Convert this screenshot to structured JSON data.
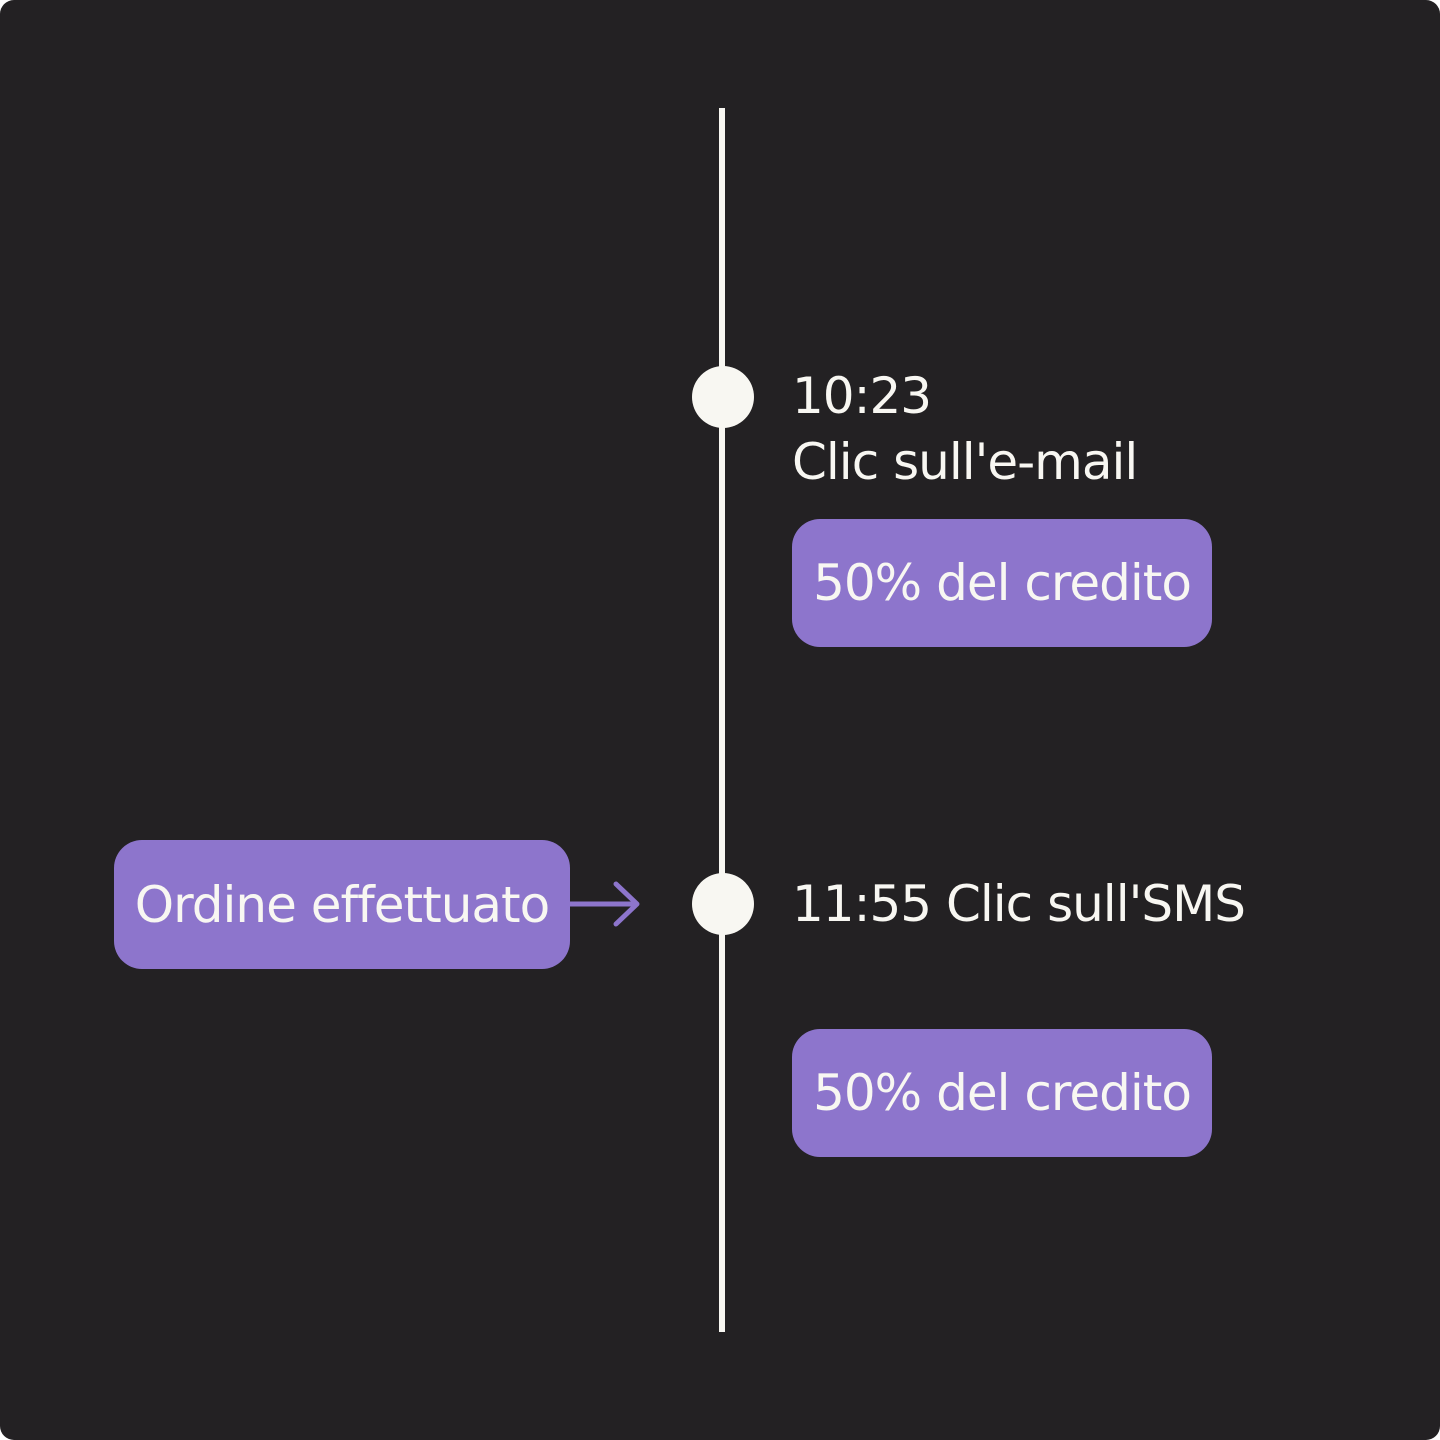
{
  "colors": {
    "background": "#232123",
    "line": "#f8f7f2",
    "dot": "#f8f7f2",
    "text": "#f8f7f2",
    "pill": "#8d75cc",
    "pill_text": "#f8f7f2",
    "arrow": "#8d75cc"
  },
  "events": [
    {
      "time": "10:23",
      "label": "Clic sull'e-mail",
      "credit": "50% del credito"
    },
    {
      "text": "11:55 Clic sull'SMS",
      "credit": "50% del credito"
    }
  ],
  "order": {
    "label": "Ordine effettuato"
  },
  "icons": {
    "connector": "arrow-right-icon"
  }
}
